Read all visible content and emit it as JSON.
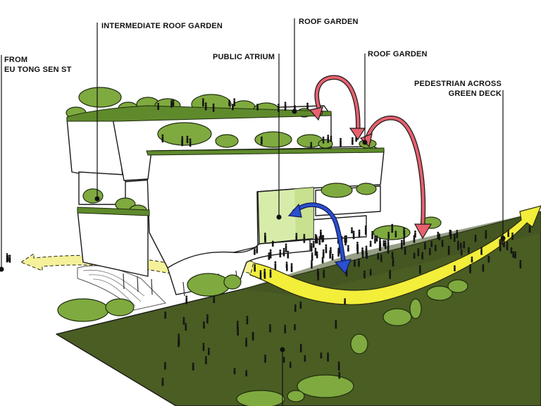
{
  "labels": {
    "intermediate_roof_garden": "INTERMEDIATE ROOF GARDEN",
    "roof_garden_top": "ROOF GARDEN",
    "roof_garden_right": "ROOF GARDEN",
    "public_atrium": "PUBLIC ATRIUM",
    "from_line1": "FROM",
    "from_line2": "EU TONG SEN ST",
    "pedestrian_line1": "PEDESTRIAN ACROSS",
    "pedestrian_line2": "GREEN DECK"
  },
  "colors": {
    "deck": "#4a5d23",
    "deck_dark": "#3f5020",
    "tree": "#7faa3f",
    "tree_dark": "#5f8a2c",
    "path_yellow": "#f2ee3a",
    "path_yellow_pale": "#f5f19a",
    "arrow_pink": "#e8606e",
    "arrow_blue": "#2a4fd0",
    "atrium_glass": "#d8ecaa",
    "building": "#ffffff",
    "ink": "#111111"
  }
}
